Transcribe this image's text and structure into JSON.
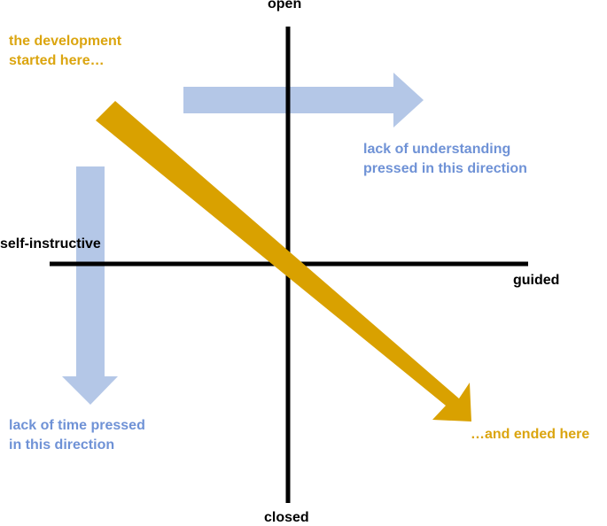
{
  "axes": {
    "top": "open",
    "bottom": "closed",
    "left": "self-instructive",
    "right": "guided"
  },
  "annotations": {
    "start": [
      "the development",
      "started here…"
    ],
    "pressure_understanding": [
      "lack of understanding",
      "pressed in this direction"
    ],
    "pressure_time": [
      "lack of time pressed",
      "in this direction"
    ],
    "end": "…and ended here"
  },
  "colors": {
    "axis": "#000000",
    "development_arrow": "#D9A100",
    "pressure_arrow": "#B4C7E7",
    "orange_text": "#DBA50F",
    "blue_text": "#6F92D6"
  }
}
